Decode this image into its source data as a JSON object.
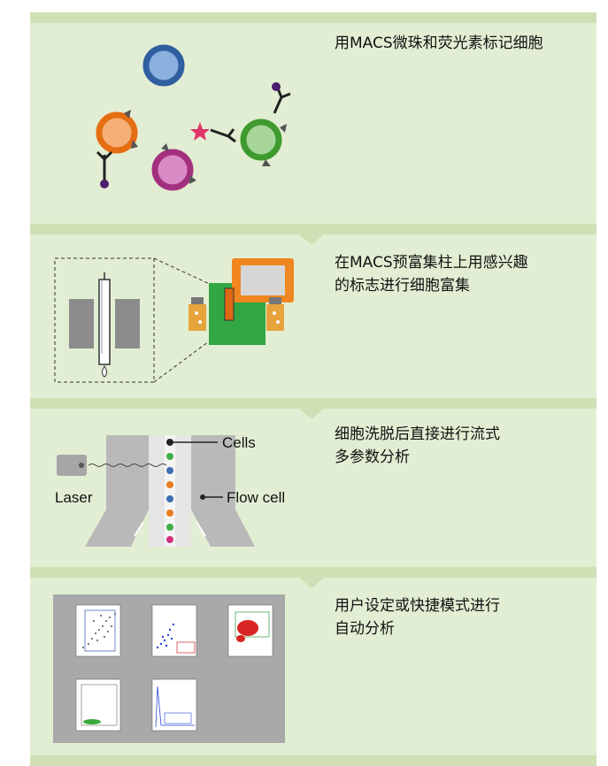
{
  "steps": [
    {
      "text": "用MACS微珠和荧光素标记细胞"
    },
    {
      "line1": "在MACS预富集柱上用感兴趣",
      "line2": "的标志进行细胞富集"
    },
    {
      "line1": "细胞洗脱后直接进行流式",
      "line2": "多参数分析",
      "labels": {
        "cells": "Cells",
        "laser": "Laser",
        "flow_cell": "Flow cell"
      }
    },
    {
      "line1": "用户设定或快捷模式进行",
      "line2": "自动分析"
    }
  ],
  "colors": {
    "panel_bg": "#e2eed3",
    "band": "#cfe0b5",
    "cell_blue": "#3f75b3",
    "cell_orange": "#ea7c1f",
    "cell_magenta": "#b0338f",
    "cell_green": "#53a93c",
    "fluorochrome": "#e0336b"
  },
  "icons": [
    "cell-icon",
    "antibody-icon",
    "fluorochrome-star-icon",
    "column-icon",
    "separator-icon",
    "flow-cell-icon",
    "laser-icon",
    "plot-thumbnails"
  ]
}
